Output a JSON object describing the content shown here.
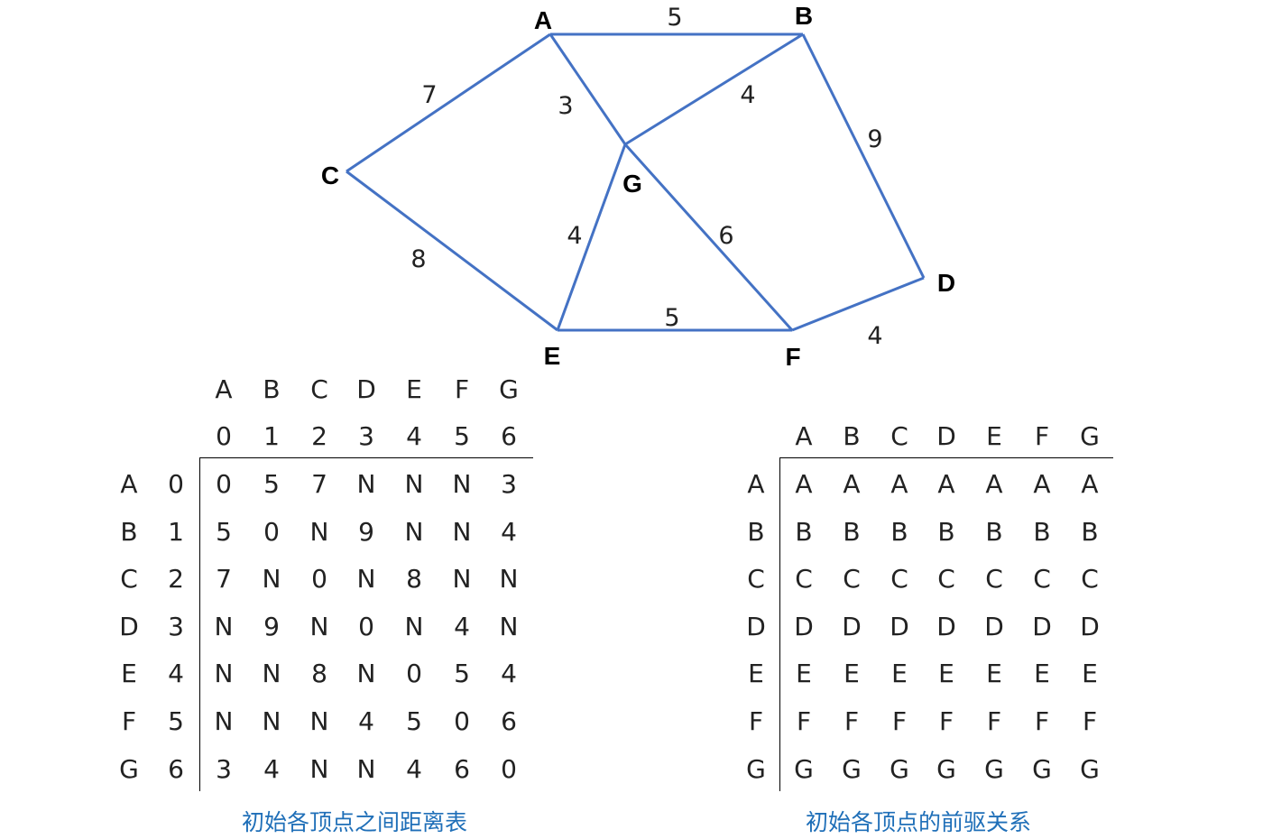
{
  "graph": {
    "nodes": [
      "A",
      "B",
      "C",
      "D",
      "E",
      "F",
      "G"
    ],
    "edges": [
      {
        "from": "A",
        "to": "B",
        "weight": "5"
      },
      {
        "from": "A",
        "to": "C",
        "weight": "7"
      },
      {
        "from": "A",
        "to": "G",
        "weight": "3"
      },
      {
        "from": "B",
        "to": "G",
        "weight": "4"
      },
      {
        "from": "B",
        "to": "D",
        "weight": "9"
      },
      {
        "from": "C",
        "to": "E",
        "weight": "8"
      },
      {
        "from": "G",
        "to": "E",
        "weight": "4"
      },
      {
        "from": "G",
        "to": "F",
        "weight": "6"
      },
      {
        "from": "E",
        "to": "F",
        "weight": "5"
      },
      {
        "from": "F",
        "to": "D",
        "weight": "4"
      }
    ],
    "edge_color": "#4472c4"
  },
  "distance_table": {
    "caption": "初始各顶点之间距离表",
    "col_headers": [
      "A",
      "B",
      "C",
      "D",
      "E",
      "F",
      "G"
    ],
    "col_indices": [
      "0",
      "1",
      "2",
      "3",
      "4",
      "5",
      "6"
    ],
    "row_headers": [
      "A",
      "B",
      "C",
      "D",
      "E",
      "F",
      "G"
    ],
    "row_indices": [
      "0",
      "1",
      "2",
      "3",
      "4",
      "5",
      "6"
    ],
    "rows": [
      [
        "0",
        "5",
        "7",
        "N",
        "N",
        "N",
        "3"
      ],
      [
        "5",
        "0",
        "N",
        "9",
        "N",
        "N",
        "4"
      ],
      [
        "7",
        "N",
        "0",
        "N",
        "8",
        "N",
        "N"
      ],
      [
        "N",
        "9",
        "N",
        "0",
        "N",
        "4",
        "N"
      ],
      [
        "N",
        "N",
        "8",
        "N",
        "0",
        "5",
        "4"
      ],
      [
        "N",
        "N",
        "N",
        "4",
        "5",
        "0",
        "6"
      ],
      [
        "3",
        "4",
        "N",
        "N",
        "4",
        "6",
        "0"
      ]
    ]
  },
  "predecessor_table": {
    "caption": "初始各顶点的前驱关系",
    "col_headers": [
      "A",
      "B",
      "C",
      "D",
      "E",
      "F",
      "G"
    ],
    "row_headers": [
      "A",
      "B",
      "C",
      "D",
      "E",
      "F",
      "G"
    ],
    "rows": [
      [
        "A",
        "A",
        "A",
        "A",
        "A",
        "A",
        "A"
      ],
      [
        "B",
        "B",
        "B",
        "B",
        "B",
        "B",
        "B"
      ],
      [
        "C",
        "C",
        "C",
        "C",
        "C",
        "C",
        "C"
      ],
      [
        "D",
        "D",
        "D",
        "D",
        "D",
        "D",
        "D"
      ],
      [
        "E",
        "E",
        "E",
        "E",
        "E",
        "E",
        "E"
      ],
      [
        "F",
        "F",
        "F",
        "F",
        "F",
        "F",
        "F"
      ],
      [
        "G",
        "G",
        "G",
        "G",
        "G",
        "G",
        "G"
      ]
    ]
  },
  "caption_color": "#1f6fb8"
}
